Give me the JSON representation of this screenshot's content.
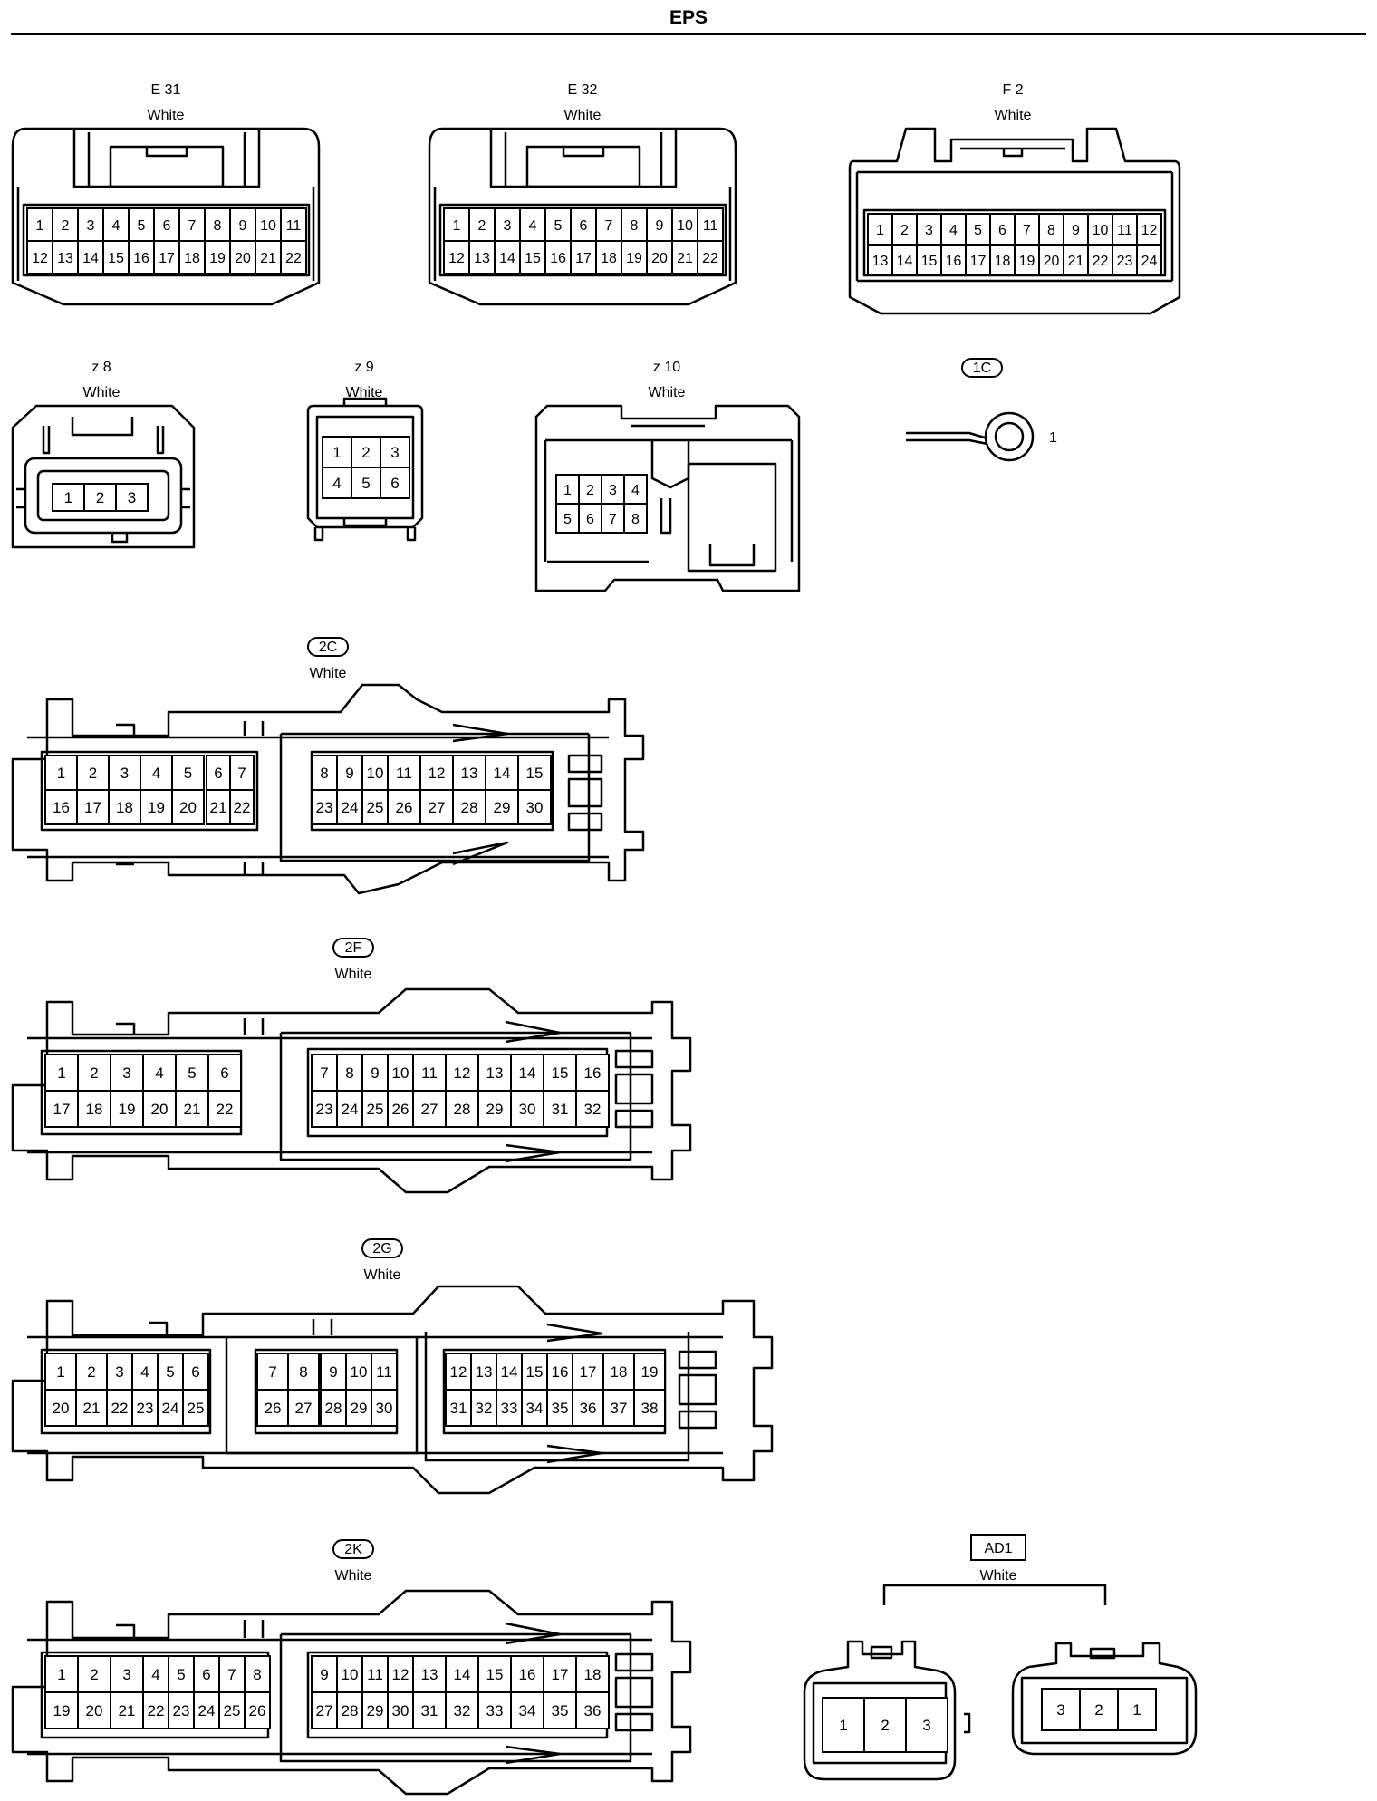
{
  "title": "EPS",
  "connectors": [
    {
      "id": "E 31",
      "color": "White",
      "badge": null
    },
    {
      "id": "E 32",
      "color": "White",
      "badge": null
    },
    {
      "id": "F 2",
      "color": "White",
      "badge": null
    },
    {
      "id": "z 8",
      "color": "White",
      "badge": null
    },
    {
      "id": "z 9",
      "color": "White",
      "badge": null
    },
    {
      "id": "z 10",
      "color": "White",
      "badge": null
    },
    {
      "id": "1C",
      "color": "",
      "badge": "oval"
    },
    {
      "id": "2C",
      "color": "White",
      "badge": "oval"
    },
    {
      "id": "2F",
      "color": "White",
      "badge": "oval"
    },
    {
      "id": "2G",
      "color": "White",
      "badge": "oval"
    },
    {
      "id": "2K",
      "color": "White",
      "badge": "oval"
    },
    {
      "id": "AD1",
      "color": "White",
      "badge": "box"
    }
  ],
  "terminal_pins": {
    "E31": [
      [
        "1",
        "2",
        "3",
        "4",
        "5",
        "6",
        "7",
        "8",
        "9",
        "10",
        "11"
      ],
      [
        "12",
        "13",
        "14",
        "15",
        "16",
        "17",
        "18",
        "19",
        "20",
        "21",
        "22"
      ]
    ],
    "E32": [
      [
        "1",
        "2",
        "3",
        "4",
        "5",
        "6",
        "7",
        "8",
        "9",
        "10",
        "11"
      ],
      [
        "12",
        "13",
        "14",
        "15",
        "16",
        "17",
        "18",
        "19",
        "20",
        "21",
        "22"
      ]
    ],
    "F2": [
      [
        "1",
        "2",
        "3",
        "4",
        "5",
        "6",
        "7",
        "8",
        "9",
        "10",
        "11",
        "12"
      ],
      [
        "13",
        "14",
        "15",
        "16",
        "17",
        "18",
        "19",
        "20",
        "21",
        "22",
        "23",
        "24"
      ]
    ],
    "z8": [
      [
        "1",
        "2",
        "3"
      ]
    ],
    "z9": [
      [
        "1",
        "2",
        "3"
      ],
      [
        "4",
        "5",
        "6"
      ]
    ],
    "z10": [
      [
        "1",
        "2",
        "3",
        "4"
      ],
      [
        "5",
        "6",
        "7",
        "8"
      ]
    ],
    "1C": [
      [
        "1"
      ]
    ],
    "2C": [
      [
        "1",
        "2",
        "3",
        "4",
        "5",
        "6",
        "7",
        "8",
        "9",
        "10",
        "11",
        "12",
        "13",
        "14",
        "15"
      ],
      [
        "16",
        "17",
        "18",
        "19",
        "20",
        "21",
        "22",
        "23",
        "24",
        "25",
        "26",
        "27",
        "28",
        "29",
        "30"
      ]
    ],
    "2F": [
      [
        "1",
        "2",
        "3",
        "4",
        "5",
        "6",
        "7",
        "8",
        "9",
        "10",
        "11",
        "12",
        "13",
        "14",
        "15",
        "16"
      ],
      [
        "17",
        "18",
        "19",
        "20",
        "21",
        "22",
        "23",
        "24",
        "25",
        "26",
        "27",
        "28",
        "29",
        "30",
        "31",
        "32"
      ]
    ],
    "2G": [
      [
        "1",
        "2",
        "3",
        "4",
        "5",
        "6",
        "7",
        "8",
        "9",
        "10",
        "11",
        "12",
        "13",
        "14",
        "15",
        "16",
        "17",
        "18",
        "19"
      ],
      [
        "20",
        "21",
        "22",
        "23",
        "24",
        "25",
        "26",
        "27",
        "28",
        "29",
        "30",
        "31",
        "32",
        "33",
        "34",
        "35",
        "36",
        "37",
        "38"
      ]
    ],
    "2K": [
      [
        "1",
        "2",
        "3",
        "4",
        "5",
        "6",
        "7",
        "8",
        "9",
        "10",
        "11",
        "12",
        "13",
        "14",
        "15",
        "16",
        "17",
        "18"
      ],
      [
        "19",
        "20",
        "21",
        "22",
        "23",
        "24",
        "25",
        "26",
        "27",
        "28",
        "29",
        "30",
        "31",
        "32",
        "33",
        "34",
        "35",
        "36"
      ]
    ],
    "AD1_a": [
      [
        "1",
        "2",
        "3"
      ]
    ],
    "AD1_b": [
      [
        "3",
        "2",
        "1"
      ]
    ]
  }
}
